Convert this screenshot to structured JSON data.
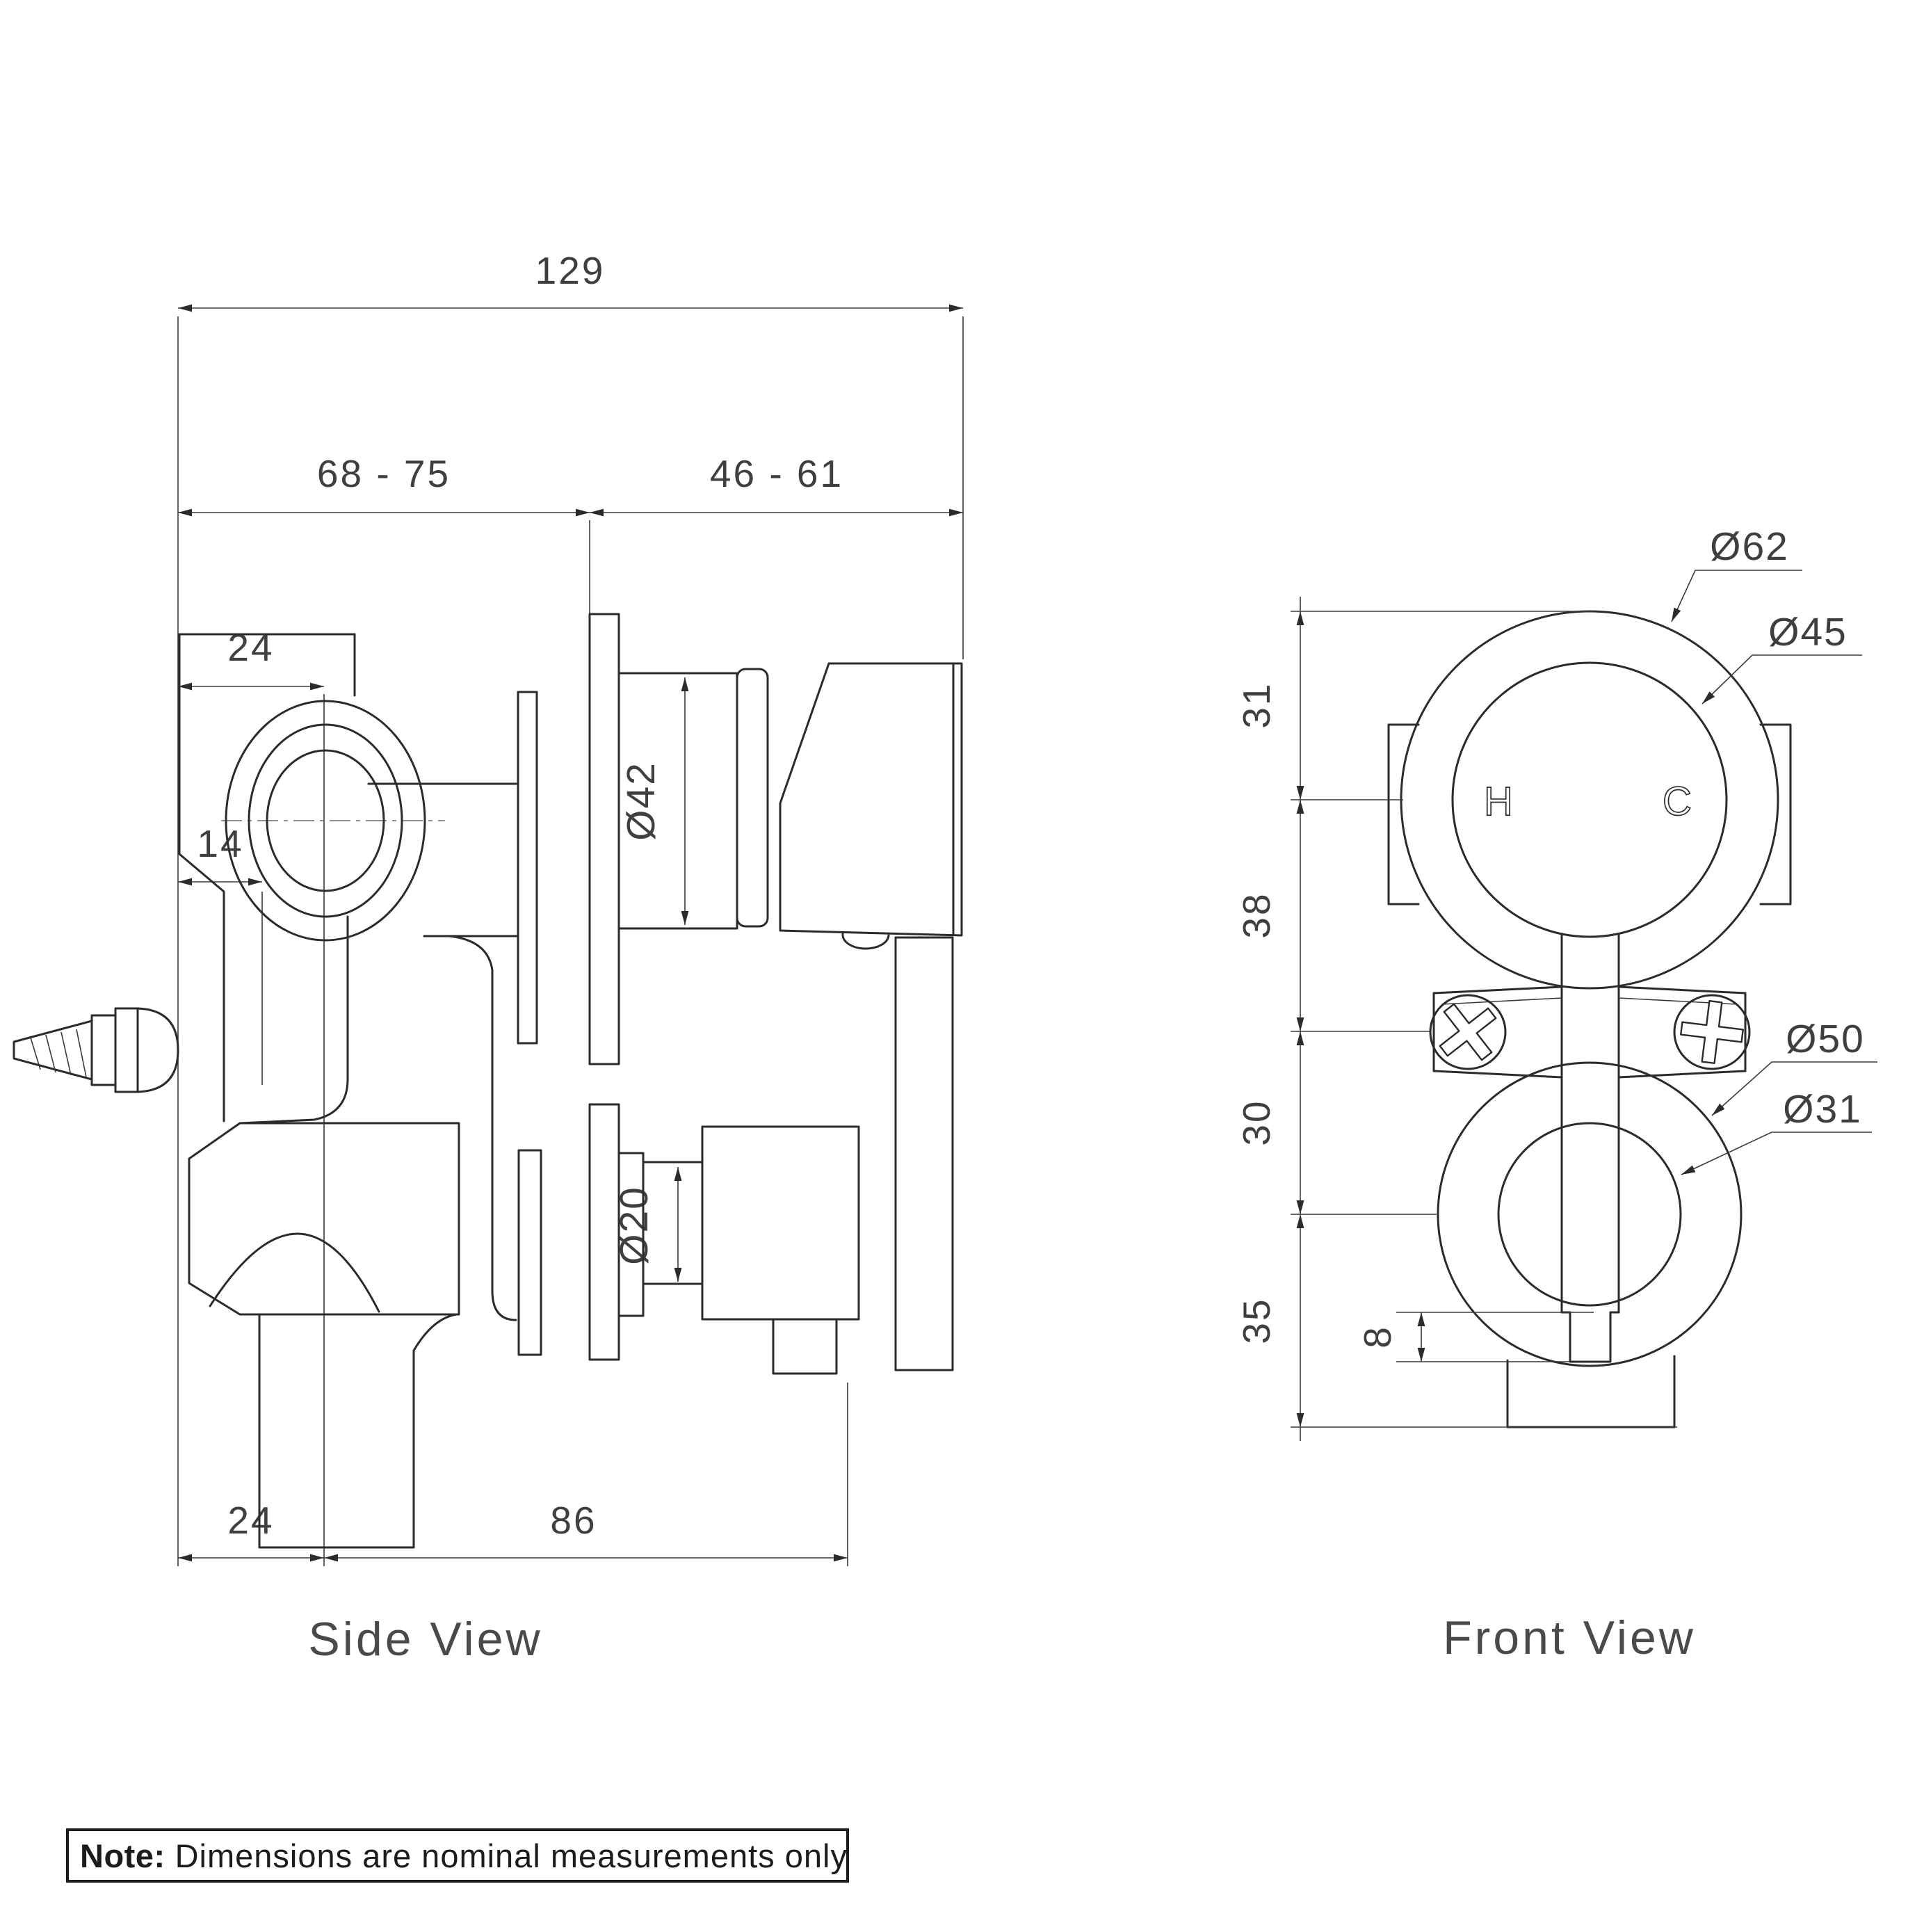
{
  "side_view": {
    "title": "Side View",
    "dims": {
      "overall": "129",
      "wall_range": "68 - 75",
      "front_range": "46 - 61",
      "top_offset": "24",
      "plate": "14",
      "bottom_offset": "24",
      "bottom_span": "86",
      "trim_dia": "Ø42",
      "diverter_dia": "Ø20"
    }
  },
  "front_view": {
    "title": "Front View",
    "hot_label": "H",
    "cold_label": "C",
    "dims": {
      "seg_top": "31",
      "seg_upper": "38",
      "seg_mid": "30",
      "seg_bottom": "35",
      "stem_inset": "8",
      "outer_dia": "Ø62",
      "inner_dia": "Ø45",
      "ring_outer_dia": "Ø50",
      "ring_inner_dia": "Ø31"
    }
  },
  "note": {
    "prefix": "Note:",
    "text": "Dimensions are nominal measurements only"
  }
}
